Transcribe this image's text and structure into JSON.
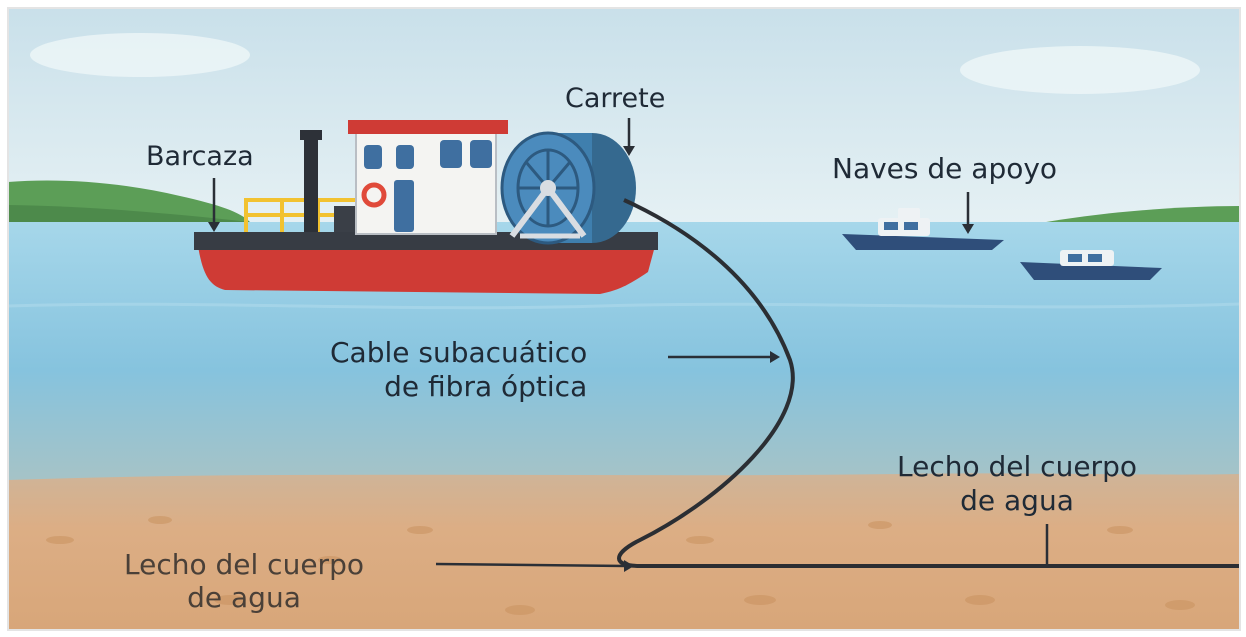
{
  "colors": {
    "sky": "#dcebf1",
    "water": "#8fcbe3",
    "water_deep": "#7ab6d4",
    "seabed": "#d9ad86",
    "hull": "#cf3b35",
    "deck": "#3a3f47",
    "cabin": "#f4f4f2",
    "reel": "#3f7fae",
    "cable": "#2b2e33",
    "boat_hull": "#2f4e7a",
    "railing": "#f2c230",
    "shore": "#5da05a",
    "arrow": "#2a2f36"
  },
  "labels": {
    "barcaza": "Barcaza",
    "carrete": "Carrete",
    "naves_de_apoyo": "Naves de apoyo",
    "cable_line1": "Cable subacuático",
    "cable_line2": "de fibra óptica",
    "lecho_right_line1": "Lecho del cuerpo",
    "lecho_right_line2": "de agua",
    "lecho_left_line1": "Lecho del cuerpo",
    "lecho_left_line2": "de agua"
  }
}
